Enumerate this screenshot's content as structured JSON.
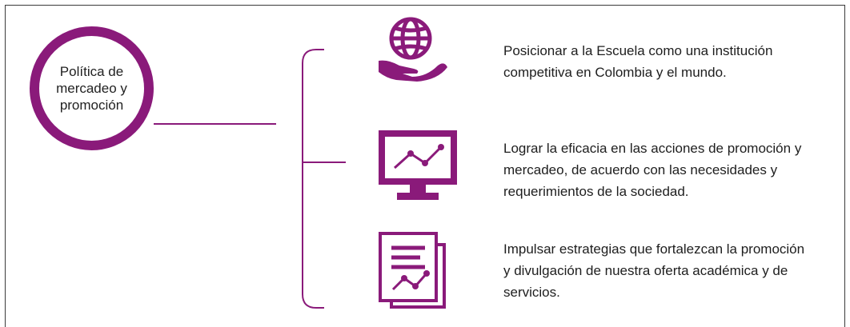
{
  "diagram": {
    "center_label": "Política de\nmercadeo y\npromoción",
    "items": [
      {
        "icon": "globe-in-hand-icon",
        "text": "Posicionar a la Escuela como una institución\ncompetitiva en Colombia y el mundo."
      },
      {
        "icon": "monitor-line-chart-icon",
        "text": "Lograr la eficacia en las acciones de promoción y\nmercadeo, de acuerdo con las necesidades y\nrequerimientos de la sociedad."
      },
      {
        "icon": "report-documents-icon",
        "text": "Impulsar estrategias que fortalezcan la promoción\ny divulgación de nuestra oferta académica y de\nservicios."
      }
    ],
    "colors": {
      "accent": "#8a1a7a",
      "text": "#1e1e1e",
      "frame": "#3a3a3a"
    }
  }
}
